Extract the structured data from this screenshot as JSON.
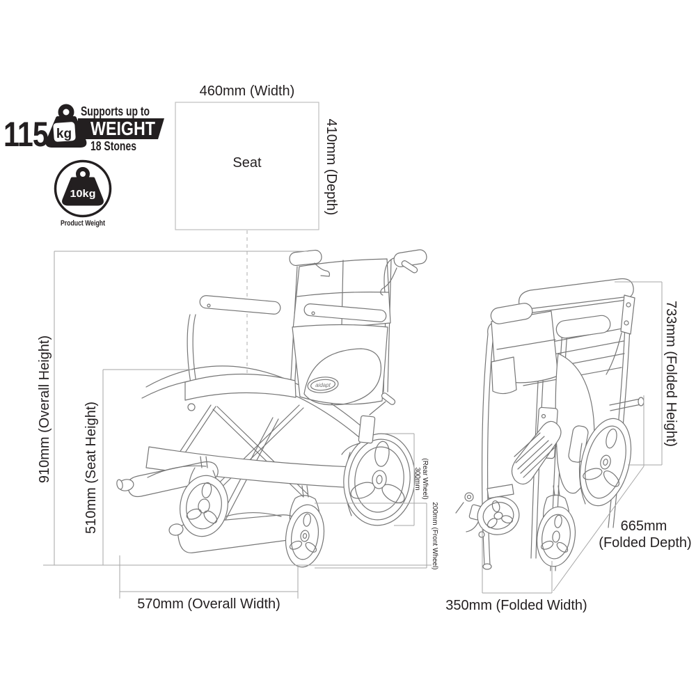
{
  "colors": {
    "text": "#231f20",
    "badge": "#231f20",
    "line_art": "#767676",
    "dimension_lines": "#a6a6a6"
  },
  "capacity_badge": {
    "value": "115",
    "unit": "kg",
    "supports_label": "Supports up to",
    "weight_label": "WEIGHT",
    "stones_label": "18 Stones",
    "icon": "weight-kettlebell-icon"
  },
  "product_weight_badge": {
    "value": "10kg",
    "label": "Product Weight",
    "icon": "product-weight-kettlebell-icon"
  },
  "seat_top_view": {
    "width_label": "460mm (Width)",
    "depth_label": "410mm (Depth)",
    "seat_label": "Seat"
  },
  "unfolded_chair": {
    "overall_height_label": "910mm (Overall Height)",
    "seat_height_label": "510mm (Seat Height)",
    "overall_width_label": "570mm (Overall Width)",
    "rear_wheel_label_line1": "300mm",
    "rear_wheel_label_line2": "(Rear Wheel)",
    "front_wheel_label": "200mm (Front Wheel)",
    "logo": "aidapt"
  },
  "folded_chair": {
    "folded_height_label": "733mm (Folded Height)",
    "folded_depth_label_line1": "665mm",
    "folded_depth_label_line2": "(Folded Depth)",
    "folded_width_label": "350mm (Folded Width)"
  }
}
